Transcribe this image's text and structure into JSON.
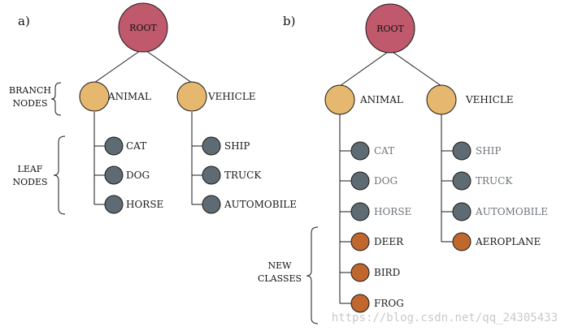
{
  "colors": {
    "root": "#c0596b",
    "branch": "#e6b76f",
    "leaf": "#5f6b73",
    "new_class": "#c0672e",
    "stroke": "#1a1a1a"
  },
  "panel_a": {
    "label": "a)",
    "root": "ROOT",
    "side_branch": [
      "BRANCH",
      "NODES"
    ],
    "side_leaf": [
      "LEAF",
      "NODES"
    ],
    "branches": [
      {
        "label": "ANIMAL",
        "leaves": [
          "CAT",
          "DOG",
          "HORSE"
        ]
      },
      {
        "label": "VEHICLE",
        "leaves": [
          "SHIP",
          "TRUCK",
          "AUTOMOBILE"
        ]
      }
    ]
  },
  "panel_b": {
    "label": "b)",
    "root": "ROOT",
    "side_new": [
      "NEW",
      "CLASSES"
    ],
    "branches": [
      {
        "label": "ANIMAL",
        "old_leaves": [
          "CAT",
          "DOG",
          "HORSE"
        ],
        "new_leaves": [
          "DEER",
          "BIRD",
          "FROG"
        ]
      },
      {
        "label": "VEHICLE",
        "old_leaves": [
          "SHIP",
          "TRUCK",
          "AUTOMOBILE"
        ],
        "new_leaves": [
          "AEROPLANE"
        ]
      }
    ]
  },
  "watermark": "https://blog.csdn.net/qq_24305433"
}
